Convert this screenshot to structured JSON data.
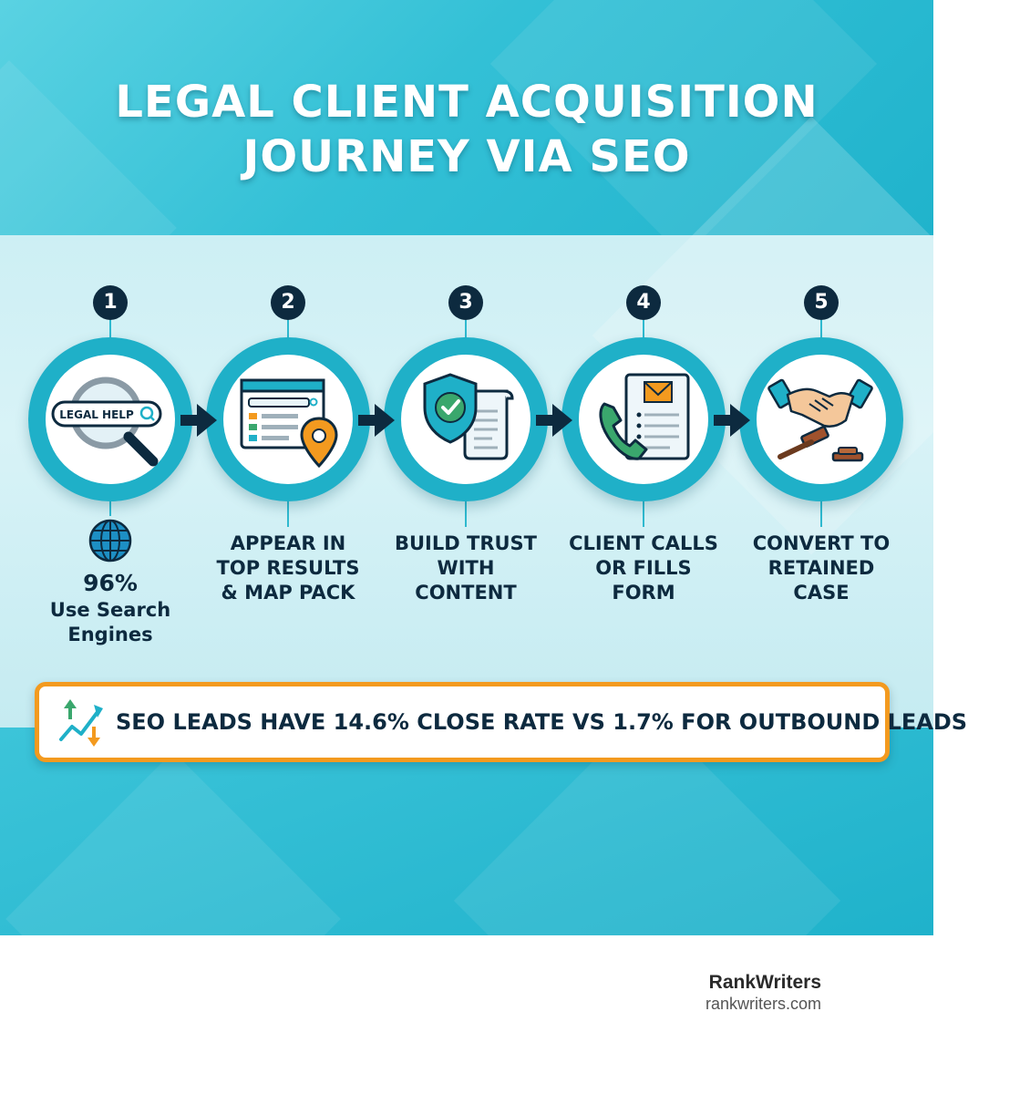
{
  "title": {
    "line1": "LEGAL CLIENT ACQUISITION",
    "line2": "JOURNEY VIA SEO"
  },
  "steps": [
    {
      "number": "1",
      "icon": "search-magnifier-icon",
      "search_text": "LEGAL HELP",
      "label": ""
    },
    {
      "number": "2",
      "icon": "browser-map-pin-icon",
      "label_lines": [
        "APPEAR IN",
        "TOP RESULTS",
        "& MAP PACK"
      ]
    },
    {
      "number": "3",
      "icon": "shield-document-icon",
      "label_lines": [
        "BUILD TRUST",
        "WITH",
        "CONTENT"
      ]
    },
    {
      "number": "4",
      "icon": "phone-form-icon",
      "label_lines": [
        "CLIENT CALLS",
        "OR FILLS",
        "FORM"
      ]
    },
    {
      "number": "5",
      "icon": "handshake-gavel-icon",
      "label_lines": [
        "CONVERT TO",
        "RETAINED",
        "CASE"
      ]
    }
  ],
  "stat": {
    "icon": "globe-icon",
    "percent": "96%",
    "text_lines": [
      "Use Search",
      "Engines"
    ]
  },
  "banner": {
    "icon": "trend-arrows-icon",
    "text": "SEO LEADS HAVE 14.6% CLOSE RATE VS 1.7% FOR OUTBOUND LEADS"
  },
  "brand": {
    "name": "RankWriters",
    "url": "rankwriters.com"
  },
  "colors": {
    "teal": "#1fb0c8",
    "navy": "#0d2a3f",
    "orange": "#f39a1f",
    "green": "#3aa76d"
  }
}
